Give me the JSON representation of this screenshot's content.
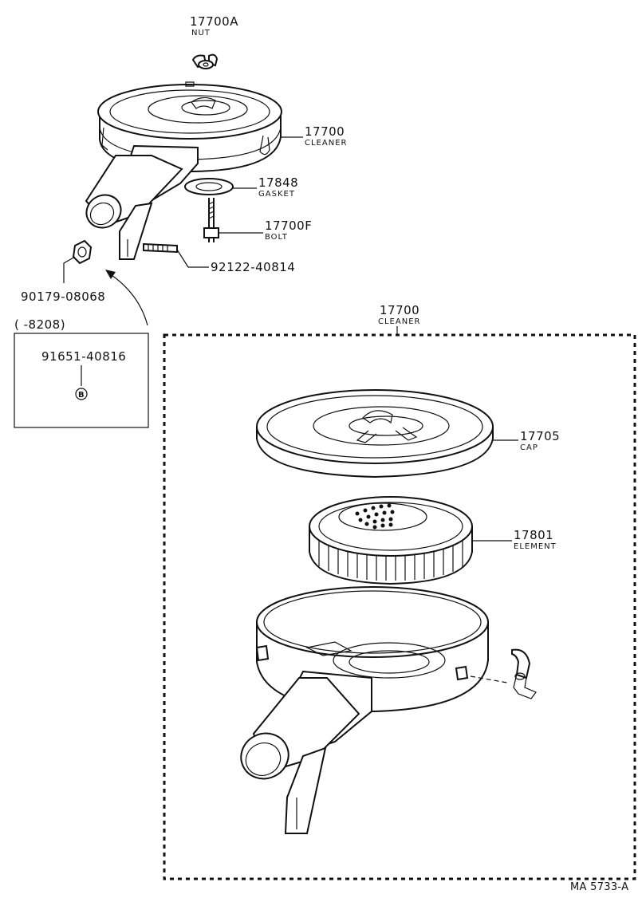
{
  "callouts": {
    "nut": {
      "number": "17700A",
      "name": "NUT"
    },
    "cleaner_top": {
      "number": "17700",
      "name": "CLEANER"
    },
    "gasket": {
      "number": "17848",
      "name": "GASKET"
    },
    "bolt": {
      "number": "17700F",
      "name": "BOLT"
    },
    "stud": {
      "number": "92122-40814"
    },
    "nut_flange": {
      "number": "90179-08068"
    },
    "cleaner_assy": {
      "number": "17700",
      "name": "CLEANER"
    },
    "cap": {
      "number": "17705",
      "name": "CAP"
    },
    "element": {
      "number": "17801",
      "name": "ELEMENT"
    }
  },
  "inset": {
    "period": "(      -8208)",
    "number": "91651-40816",
    "marker": "B"
  },
  "figure_code": "MA 5733-A",
  "colors": {
    "ink": "#111111",
    "paper": "#ffffff"
  }
}
